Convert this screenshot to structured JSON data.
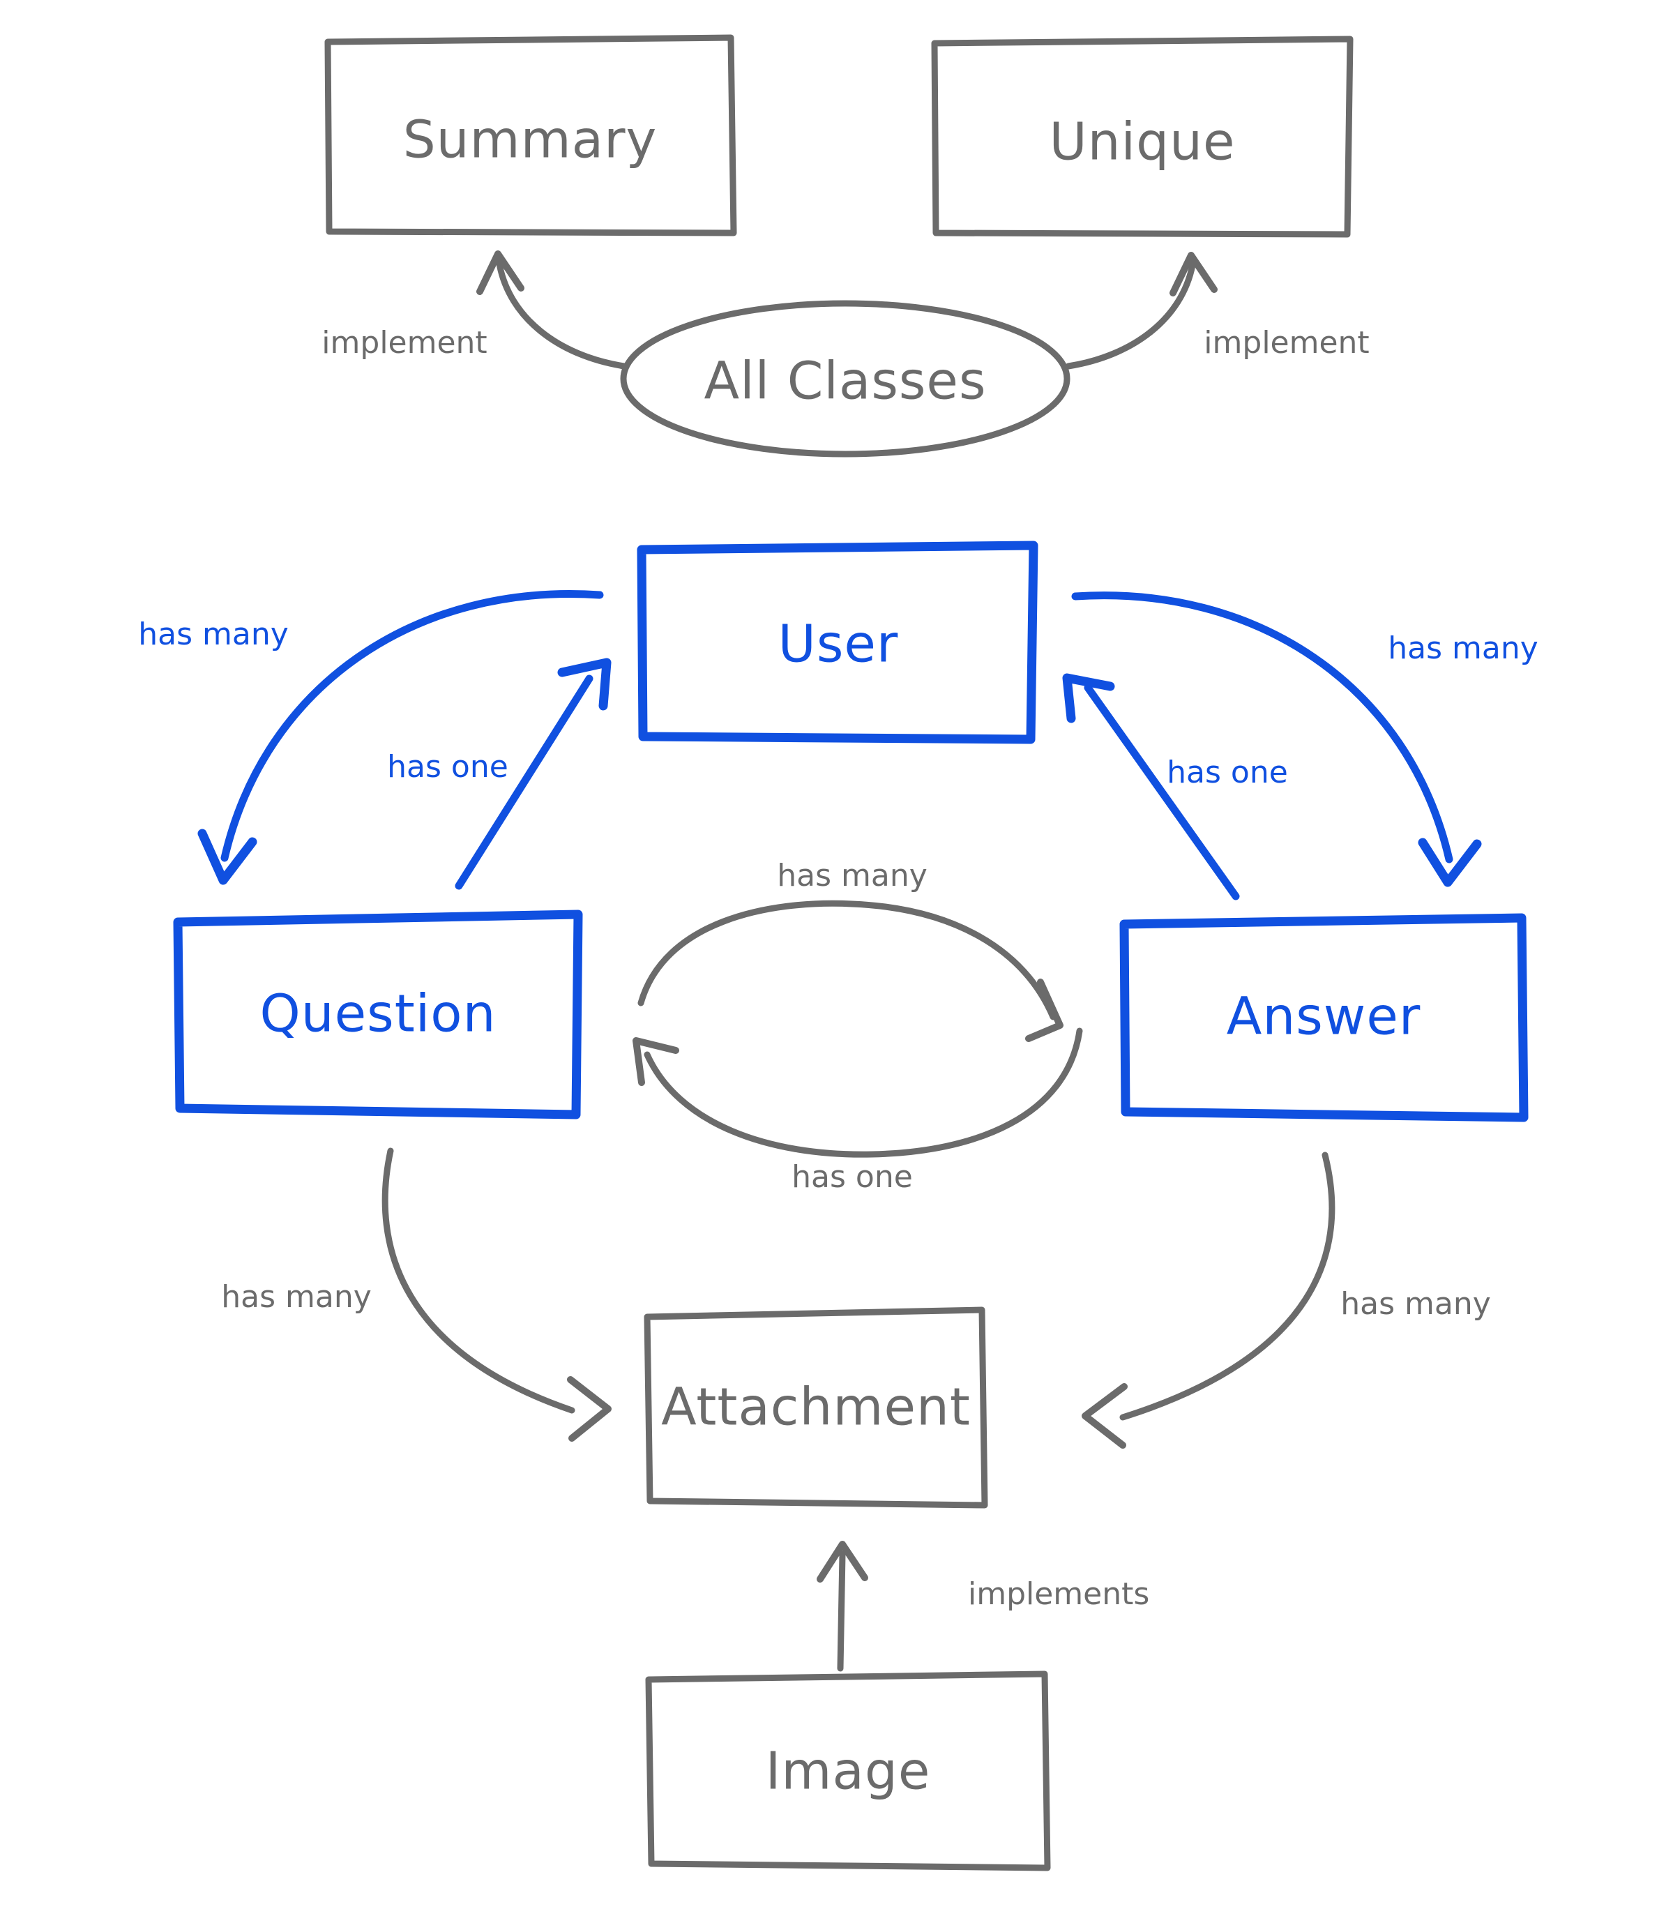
{
  "diagram": {
    "title": "Class relationship diagram",
    "colors": {
      "gray": "#6b6b6b",
      "blue": "#1050e0",
      "background": "#ffffff"
    },
    "nodes": [
      {
        "id": "summary",
        "label": "Summary",
        "shape": "rect",
        "color": "gray"
      },
      {
        "id": "unique",
        "label": "Unique",
        "shape": "rect",
        "color": "gray"
      },
      {
        "id": "allclasses",
        "label": "All Classes",
        "shape": "ellipse",
        "color": "gray"
      },
      {
        "id": "user",
        "label": "User",
        "shape": "rect",
        "color": "blue"
      },
      {
        "id": "question",
        "label": "Question",
        "shape": "rect",
        "color": "blue"
      },
      {
        "id": "answer",
        "label": "Answer",
        "shape": "rect",
        "color": "blue"
      },
      {
        "id": "attachment",
        "label": "Attachment",
        "shape": "rect",
        "color": "gray"
      },
      {
        "id": "image",
        "label": "Image",
        "shape": "rect",
        "color": "gray"
      }
    ],
    "edges": [
      {
        "id": "allclasses-summary",
        "from": "allclasses",
        "to": "summary",
        "label": "implement",
        "color": "gray"
      },
      {
        "id": "allclasses-unique",
        "from": "allclasses",
        "to": "unique",
        "label": "implement",
        "color": "gray"
      },
      {
        "id": "user-question",
        "from": "user",
        "to": "question",
        "label": "has many",
        "color": "blue"
      },
      {
        "id": "question-user",
        "from": "question",
        "to": "user",
        "label": "has one",
        "color": "blue"
      },
      {
        "id": "user-answer",
        "from": "user",
        "to": "answer",
        "label": "has many",
        "color": "blue"
      },
      {
        "id": "answer-user",
        "from": "answer",
        "to": "user",
        "label": "has one",
        "color": "blue"
      },
      {
        "id": "question-answer",
        "from": "question",
        "to": "answer",
        "label": "has many",
        "color": "gray"
      },
      {
        "id": "answer-question",
        "from": "answer",
        "to": "question",
        "label": "has one",
        "color": "gray"
      },
      {
        "id": "question-attachment",
        "from": "question",
        "to": "attachment",
        "label": "has many",
        "color": "gray"
      },
      {
        "id": "answer-attachment",
        "from": "answer",
        "to": "attachment",
        "label": "has many",
        "color": "gray"
      },
      {
        "id": "image-attachment",
        "from": "image",
        "to": "attachment",
        "label": "implements",
        "color": "gray"
      }
    ],
    "labels": {
      "summary": "Summary",
      "unique": "Unique",
      "allclasses": "All Classes",
      "user": "User",
      "question": "Question",
      "answer": "Answer",
      "attachment": "Attachment",
      "image": "Image",
      "implement_left": "implement",
      "implement_right": "implement",
      "user_question_many": "has many",
      "user_question_one": "has one",
      "user_answer_many": "has many",
      "user_answer_one": "has one",
      "qa_many": "has many",
      "qa_one": "has one",
      "question_attachment_many": "has many",
      "answer_attachment_many": "has many",
      "image_implements": "implements"
    }
  }
}
